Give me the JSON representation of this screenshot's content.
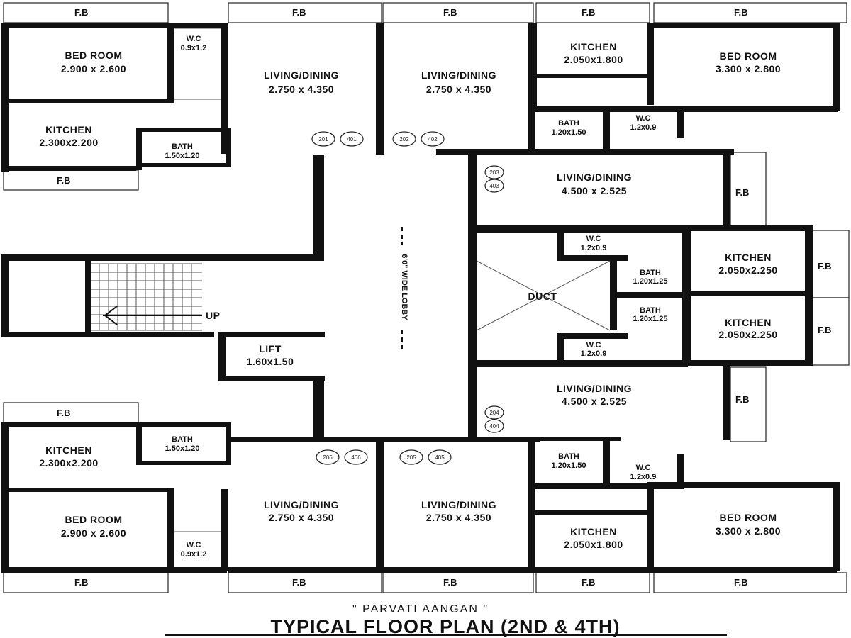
{
  "fb_label": "F.B",
  "rooms": {
    "bed_tl": {
      "name": "BED ROOM",
      "size": "2.900 x 2.600"
    },
    "wc_tl": {
      "name": "W.C",
      "size": "0.9x1.2"
    },
    "living_tl": {
      "name": "LIVING/DINING",
      "size": "2.750 x 4.350"
    },
    "living_tc": {
      "name": "LIVING/DINING",
      "size": "2.750 x 4.350"
    },
    "kitchen_tr": {
      "name": "KITCHEN",
      "size": "2.050x1.800"
    },
    "bed_tr": {
      "name": "BED ROOM",
      "size": "3.300 x 2.800"
    },
    "kitchen_tl": {
      "name": "KITCHEN",
      "size": "2.300x2.200"
    },
    "bath_tl": {
      "name": "BATH",
      "size": "1.50x1.20"
    },
    "bath_tr": {
      "name": "BATH",
      "size": "1.20x1.50"
    },
    "wc_tr": {
      "name": "W.C",
      "size": "1.2x0.9"
    },
    "living_r_top": {
      "name": "LIVING/DINING",
      "size": "4.500 x 2.525"
    },
    "wc_r1": {
      "name": "W.C",
      "size": "1.2x0.9"
    },
    "bath_r1": {
      "name": "BATH",
      "size": "1.20x1.25"
    },
    "kitchen_r1": {
      "name": "KITCHEN",
      "size": "2.050x2.250"
    },
    "duct": {
      "name": "DUCT"
    },
    "bath_r2": {
      "name": "BATH",
      "size": "1.20x1.25"
    },
    "kitchen_r2": {
      "name": "KITCHEN",
      "size": "2.050x2.250"
    },
    "wc_r2": {
      "name": "W.C",
      "size": "1.2x0.9"
    },
    "lift": {
      "name": "LIFT",
      "size": "1.60x1.50"
    },
    "living_r_bot": {
      "name": "LIVING/DINING",
      "size": "4.500 x 2.525"
    },
    "kitchen_bl": {
      "name": "KITCHEN",
      "size": "2.300x2.200"
    },
    "bath_bl": {
      "name": "BATH",
      "size": "1.50x1.20"
    },
    "bath_br": {
      "name": "BATH",
      "size": "1.20x1.50"
    },
    "wc_br": {
      "name": "W.C",
      "size": "1.2x0.9"
    },
    "bed_bl": {
      "name": "BED ROOM",
      "size": "2.900 x 2.600"
    },
    "living_bl": {
      "name": "LIVING/DINING",
      "size": "2.750 x 4.350"
    },
    "living_bc": {
      "name": "LIVING/DINING",
      "size": "2.750 x 4.350"
    },
    "kitchen_br": {
      "name": "KITCHEN",
      "size": "2.050x1.800"
    },
    "bed_br": {
      "name": "BED ROOM",
      "size": "3.300 x 2.800"
    },
    "wc_bl": {
      "name": "W.C",
      "size": "0.9x1.2"
    }
  },
  "lobby": "6'0\" WIDE LOBBY",
  "stair_label": "UP",
  "flat_tags": {
    "t1a": "201",
    "t1b": "401",
    "t2a": "202",
    "t2b": "402",
    "t3a": "203",
    "t3b": "403",
    "t4a": "204",
    "t4b": "404",
    "t5a": "205",
    "t5b": "405",
    "t6a": "206",
    "t6b": "406"
  },
  "project_name": "\" PARVATI AANGAN \"",
  "title": "TYPICAL FLOOR PLAN (2ND & 4TH)"
}
